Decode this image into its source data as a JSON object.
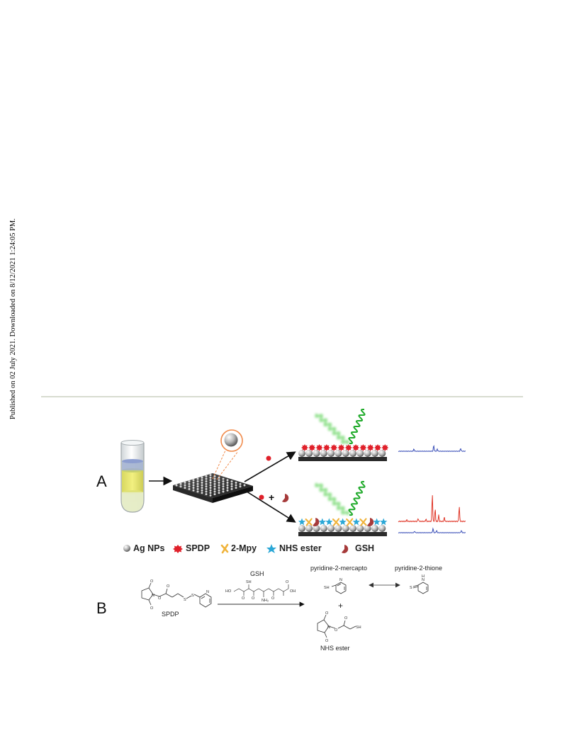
{
  "side_note": "Published on 02 July 2021. Downloaded on 8/12/2021 1:24:05 PM.",
  "panel_a": {
    "letter": "A"
  },
  "panel_b": {
    "letter": "B",
    "reactant_label": "SPDP",
    "reagent_label": "GSH",
    "product_1_label": "pyridine-2-mercapto",
    "product_2_label": "pyridine-2-thione",
    "product_3_label": "NHS ester",
    "plus": "+",
    "atoms": {
      "SH": "SH",
      "S": "S",
      "O": "O",
      "N": "N",
      "H": "H",
      "HO": "HO",
      "OH": "OH",
      "NH2": "NH₂"
    }
  },
  "legend": {
    "items": [
      {
        "label": "Ag NPs",
        "icon": "silver-sphere-icon",
        "color": "#a9a9a9"
      },
      {
        "label": "SPDP",
        "icon": "red-starburst-icon",
        "color": "#e0202a"
      },
      {
        "label": "2-Mpy",
        "icon": "yellow-cross-icon",
        "color": "#f0b43c"
      },
      {
        "label": "NHS ester",
        "icon": "cyan-star-icon",
        "color": "#2aa7d6"
      },
      {
        "label": "GSH",
        "icon": "brown-pacman-icon",
        "color": "#a63a3a"
      }
    ]
  },
  "colors": {
    "laser_in": "#8ee08a",
    "laser_out": "#1faa2a",
    "spectrum_blue": "#3a4fb8",
    "spectrum_red": "#e0382a",
    "zoom_circle": "#f08a4a"
  }
}
